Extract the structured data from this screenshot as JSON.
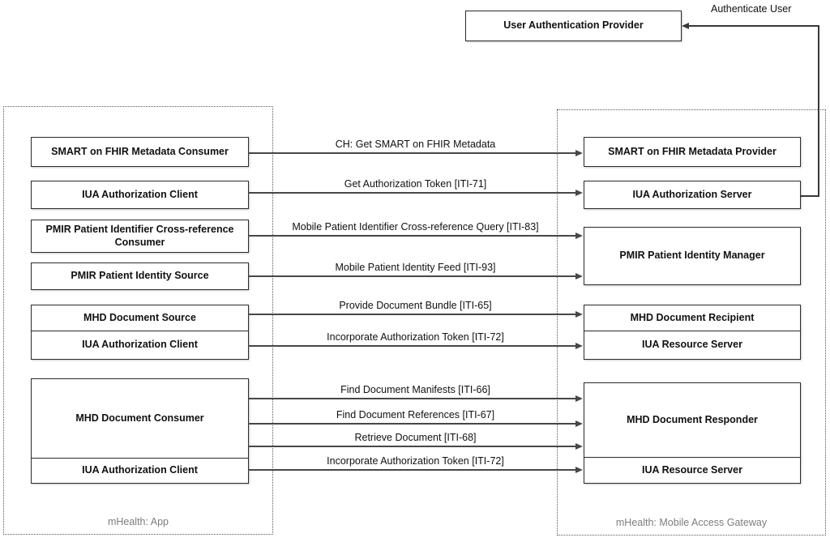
{
  "colors": {
    "background": "#ffffff",
    "box_border": "#2b2b2b",
    "arrow_line": "#474747",
    "connector_line": "#383838",
    "dotted_border": "#595959",
    "muted_caption": "#7d7d7d",
    "text": "#111111"
  },
  "auth": {
    "provider_label": "User Authentication Provider",
    "arrow_label": "Authenticate User"
  },
  "app": {
    "caption": "mHealth: App",
    "actors": [
      {
        "label": "SMART on FHIR Metadata Consumer"
      },
      {
        "label": "IUA Authorization Client"
      },
      {
        "label": "PMIR Patient Identifier Cross-reference Consumer"
      },
      {
        "label": "PMIR Patient Identity Source"
      },
      {
        "rows": [
          "MHD Document Source",
          "IUA Authorization Client"
        ]
      },
      {
        "rows": [
          "MHD Document Consumer",
          "IUA Authorization Client"
        ]
      }
    ]
  },
  "gateway": {
    "caption": "mHealth: Mobile Access Gateway",
    "actors": [
      {
        "label": "SMART on FHIR Metadata Provider"
      },
      {
        "label": "IUA Authorization Server"
      },
      {
        "label": "PMIR Patient Identity Manager"
      },
      {
        "rows": [
          "MHD Document Recipient",
          "IUA Resource Server"
        ]
      },
      {
        "rows": [
          "MHD Document Responder",
          "IUA Resource Server"
        ]
      }
    ]
  },
  "transactions": [
    {
      "label": "CH: Get SMART on FHIR Metadata"
    },
    {
      "label": "Get Authorization Token [ITI-71]"
    },
    {
      "label": "Mobile Patient Identifier Cross-reference Query [ITI-83]"
    },
    {
      "label": "Mobile Patient Identity Feed [ITI-93]"
    },
    {
      "label": "Provide Document Bundle [ITI-65]"
    },
    {
      "label": "Incorporate Authorization Token [ITI-72]"
    },
    {
      "label": "Find Document Manifests [ITI-66]"
    },
    {
      "label": "Find Document References [ITI-67]"
    },
    {
      "label": "Retrieve Document [ITI-68]"
    },
    {
      "label": "Incorporate Authorization Token [ITI-72]"
    }
  ]
}
